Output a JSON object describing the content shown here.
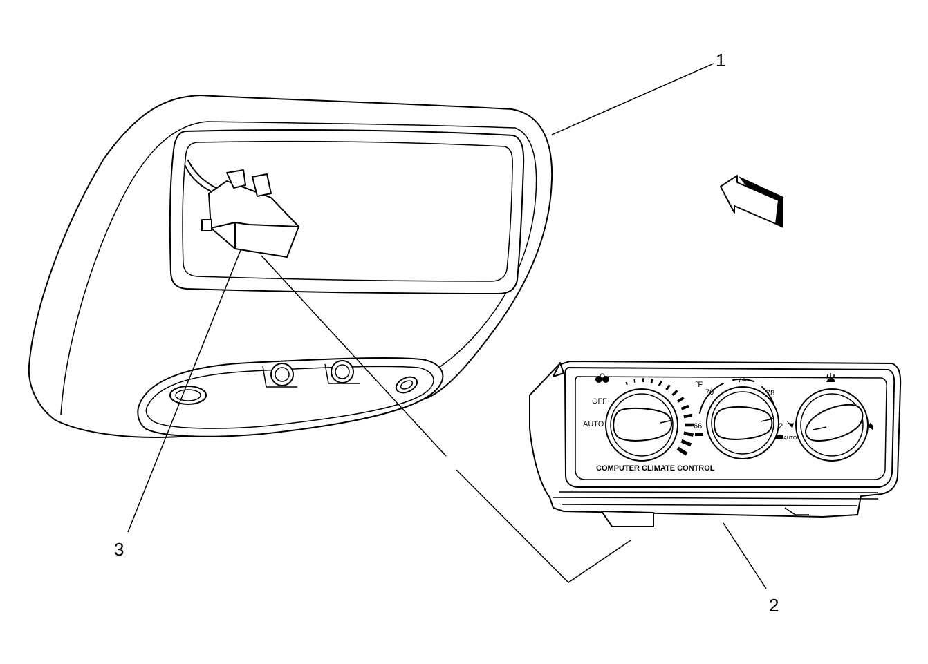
{
  "callouts": {
    "c1": "1",
    "c2": "2",
    "c3": "3"
  },
  "panel": {
    "off": "OFF",
    "auto_left": "AUTO",
    "unit": "°F",
    "t66": "66",
    "t70": "70",
    "t74": "74",
    "t78": "78",
    "t82": "82",
    "auto_right": "AUTO",
    "footer": "COMPUTER CLIMATE CONTROL"
  },
  "icons": {
    "fan": "fan-icon",
    "mode": "mode-icon",
    "defrost": "defrost-icon",
    "direction": "direction-arrow-icon"
  }
}
